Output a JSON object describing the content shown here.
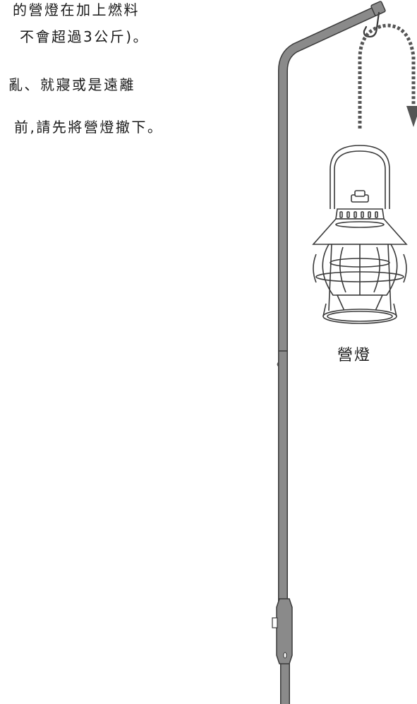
{
  "instructions": {
    "line_1": "的營燈在加上燃料",
    "line_2": "不會超過3公斤)。",
    "line_3": "亂、就寢或是遠離",
    "line_4": "前,請先將營燈撤下。"
  },
  "illustration": {
    "lantern_label": "營燈",
    "pole_color": "#8a8a8a",
    "line_color": "#3a3a3a",
    "arrow_color": "#555555"
  }
}
